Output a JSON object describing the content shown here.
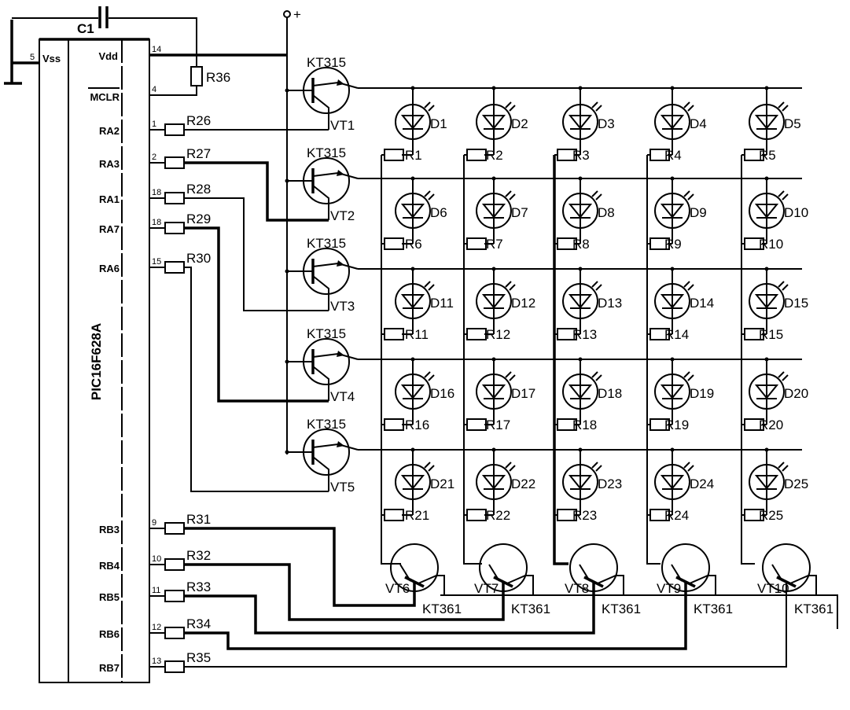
{
  "chip": {
    "name": "PIC16F628A",
    "pins": [
      {
        "name": "Vss",
        "num": "5"
      },
      {
        "name": "Vdd",
        "num": "14"
      },
      {
        "name": "MCLR",
        "num": "4"
      },
      {
        "name": "RA2",
        "num": "1",
        "res": "R26"
      },
      {
        "name": "RA3",
        "num": "2",
        "res": "R27"
      },
      {
        "name": "RA1",
        "num": "18",
        "res": "R28"
      },
      {
        "name": "RA7",
        "num": "18",
        "res": "R29"
      },
      {
        "name": "RA6",
        "num": "15",
        "res": "R30"
      },
      {
        "name": "RB3",
        "num": "9",
        "res": "R31"
      },
      {
        "name": "RB4",
        "num": "10",
        "res": "R32"
      },
      {
        "name": "RB5",
        "num": "11",
        "res": "R33"
      },
      {
        "name": "RB6",
        "num": "12",
        "res": "R34"
      },
      {
        "name": "RB7",
        "num": "13",
        "res": "R35"
      }
    ]
  },
  "capacitor": "C1",
  "pullup_resistor": "R36",
  "supply_label": "+",
  "row_transistors": [
    {
      "label": "VT1",
      "type": "KT315"
    },
    {
      "label": "VT2",
      "type": "KT315"
    },
    {
      "label": "VT3",
      "type": "KT315"
    },
    {
      "label": "VT4",
      "type": "KT315"
    },
    {
      "label": "VT5",
      "type": "KT315"
    }
  ],
  "col_transistors": [
    {
      "label": "VT6",
      "type": "KT361"
    },
    {
      "label": "VT7",
      "type": "KT361"
    },
    {
      "label": "VT8",
      "type": "KT361"
    },
    {
      "label": "VT9",
      "type": "KT361"
    },
    {
      "label": "VT10",
      "type": "KT361"
    }
  ],
  "leds": [
    "D1",
    "D2",
    "D3",
    "D4",
    "D5",
    "D6",
    "D7",
    "D8",
    "D9",
    "D10",
    "D11",
    "D12",
    "D13",
    "D14",
    "D15",
    "D16",
    "D17",
    "D18",
    "D19",
    "D20",
    "D21",
    "D22",
    "D23",
    "D24",
    "D25"
  ],
  "led_resistors": [
    "R1",
    "R2",
    "R3",
    "R4",
    "R5",
    "R6",
    "R7",
    "R8",
    "R9",
    "R10",
    "R11",
    "R12",
    "R13",
    "R14",
    "R15",
    "R16",
    "R17",
    "R18",
    "R19",
    "R20",
    "R21",
    "R22",
    "R23",
    "R24",
    "R25"
  ]
}
